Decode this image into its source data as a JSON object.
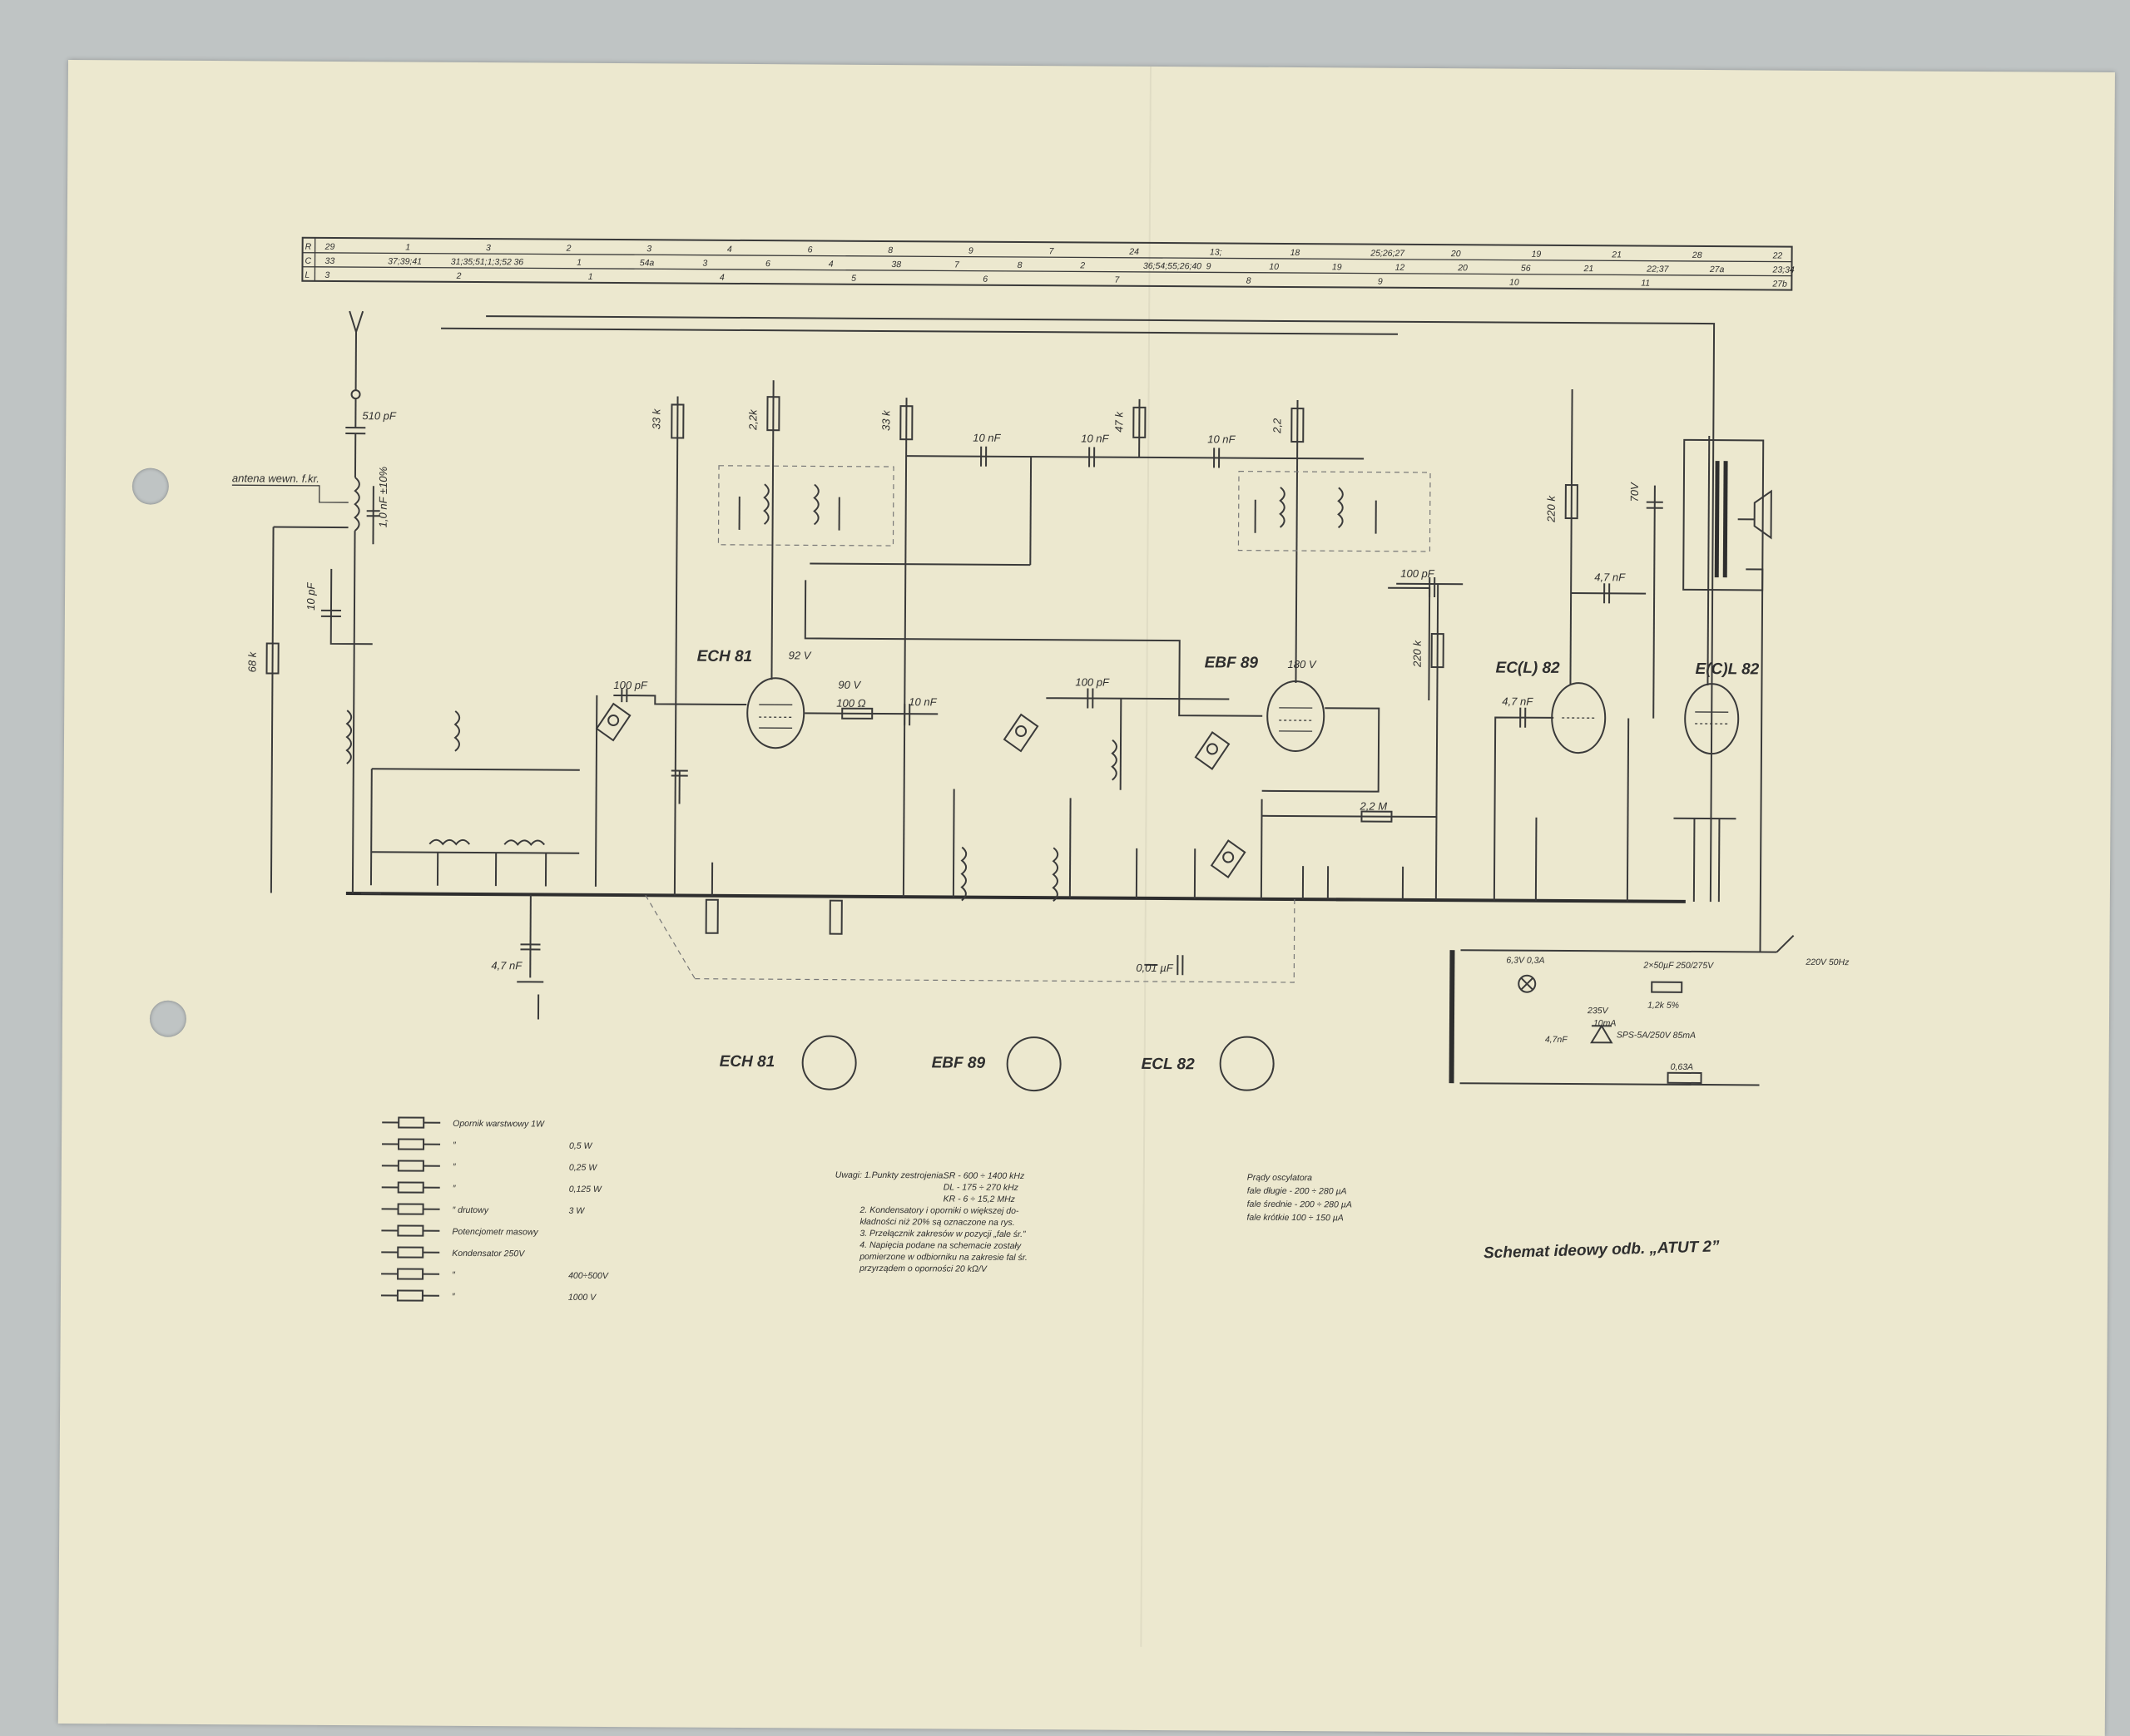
{
  "sheet": {
    "title": "Schemat ideowy odb. „ATUT 2”"
  },
  "ruler": {
    "row_labels": [
      "R",
      "C",
      "L"
    ],
    "r_row": [
      "29",
      "1",
      "3",
      "2",
      "3",
      "4",
      "6",
      "8",
      "9",
      "7",
      "24",
      "13;",
      "18",
      "25;26;27",
      "20",
      "19",
      "21",
      "28",
      "22"
    ],
    "c_row": [
      "33",
      "37;39;41",
      "31;35;51;1;3;52",
      "36",
      "1",
      "54a",
      "3",
      "6",
      "4",
      "38",
      "7",
      "8",
      "2",
      "36;54;55;26;40",
      "9",
      "10",
      "19",
      "12",
      "20",
      "56",
      "21",
      "22;37",
      "27a",
      "23;34"
    ],
    "l_row": [
      "3",
      "2",
      "1",
      "4",
      "5",
      "6",
      "7",
      "8",
      "9",
      "10",
      "11",
      "27b"
    ]
  },
  "tubes": {
    "ech81": "ECH 81",
    "ebf89": "EBF 89",
    "ecl82a": "EC(L) 82",
    "ecl82b": "E(C)L 82"
  },
  "labels": {
    "antenna": "antena wewn. f.kr.",
    "mains": "220V 50Hz",
    "rectifier": "SPS-5A/250V 85mA",
    "fuse": "0,63A",
    "mains_cap": "2×50µF 250/275V",
    "r28": "1,2k 5%",
    "v1": "92 V",
    "v2": "90 V",
    "v3": "180 V",
    "v4": "70V",
    "v5": "235V",
    "v6": "6,3V 0,3A",
    "c51": "510 pF",
    "c52": "1,0 nF ±10%",
    "c41": "10 pF",
    "c53": "4,7 nF",
    "c1": "100 pF",
    "c4": "10 nF",
    "c8": "10 nF",
    "c9": "10 nF",
    "c6": "10 nF",
    "c7": "100 pF",
    "c19": "100 pF",
    "c22": "4,7 nF",
    "c21": "4,7 nF",
    "c26": "0,01 µF",
    "r1": "33 k",
    "r2": "2,2k",
    "r6": "33 k",
    "r8": "47 k",
    "r9": "2,2",
    "r4": "100 Ω",
    "r24": "2,2 M",
    "r19": "220 k",
    "r18": "220 k",
    "r29": "68 k",
    "c57": "4,7nF",
    "c57_cur": "10mA"
  },
  "legend": {
    "items": [
      {
        "name": "Opornik warstwowy 1W",
        "value": ""
      },
      {
        "name": "″",
        "value": "0,5 W"
      },
      {
        "name": "″",
        "value": "0,25 W"
      },
      {
        "name": "″",
        "value": "0,125 W"
      },
      {
        "name": "″ drutowy",
        "value": "3 W"
      },
      {
        "name": "Potencjometr masowy",
        "value": ""
      },
      {
        "name": "Kondensator 250V",
        "value": ""
      },
      {
        "name": "″",
        "value": "400÷500V"
      },
      {
        "name": "″",
        "value": "1000 V"
      }
    ]
  },
  "notes": {
    "head": "Uwagi: 1.Punkty zestrojenia:",
    "lines": [
      "SR - 600 ÷ 1400 kHz",
      "DL - 175 ÷ 270 kHz",
      "KR - 6 ÷ 15,2 MHz",
      "2. Kondensatory i oporniki o większej do-",
      "kładności niż 20% są oznaczone na rys.",
      "3. Przełącznik zakresów w pozycji „fale śr.”",
      "4. Napięcia podane na schemacie zostały",
      "pomierzone w odbiorniku na zakresie fal śr.",
      "przyrządem o oporności 20 kΩ/V"
    ]
  },
  "osc": {
    "head": "Prądy oscylatora",
    "lines": [
      "fale długie - 200 ÷ 280 µA",
      "fale średnie - 200 ÷ 280 µA",
      "fale krótkie 100 ÷ 150 µA"
    ]
  }
}
